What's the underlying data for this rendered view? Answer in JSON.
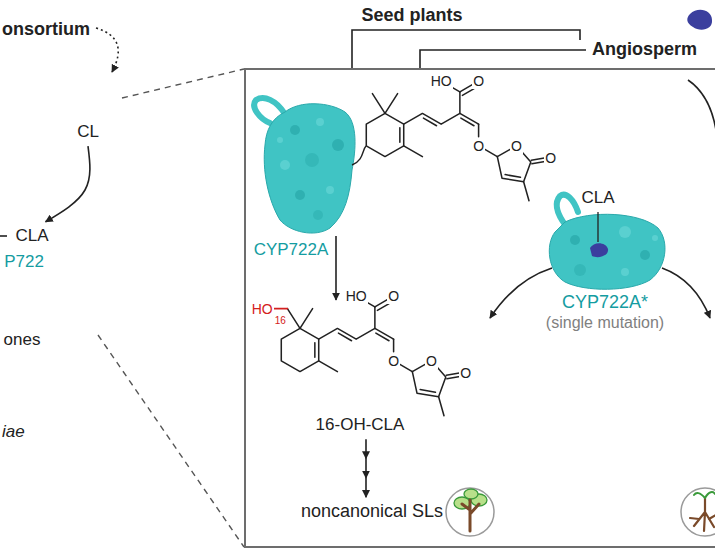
{
  "diagram": {
    "nodes": [
      {
        "text": [
          "iae"
        ]
      },
      {
        "text": [
          "CL"
        ],
        "in": 0
      },
      {
        "text": [
          "CLA"
        ],
        "in": 0
      },
      {
        "text": [
          "P722"
        ],
        "in": 0
      },
      {
        "text": [
          "ones"
        ],
        "in": 0
      },
      {
        "text": []
      },
      {
        "text": [
          "CLA"
        ],
        "in": 5
      },
      {
        "text": [
          "CYP722A"
        ],
        "in": 5
      },
      {
        "text": [
          "CYP722A*",
          "(single mutation)"
        ],
        "in": 5
      },
      {
        "text": [
          "16-OH-CLA"
        ],
        "in": 5
      },
      {
        "text": [
          "noncanonical SLs"
        ],
        "in": 5
      }
    ],
    "edges": [
      {
        "from": 1,
        "to": 2,
        "arrow": "to"
      },
      {
        "from": 9,
        "to": 10,
        "arrow": "to"
      }
    ],
    "labels": [
      "Seed plants",
      "Angiosperm",
      "onsortium",
      "HO",
      "O",
      "O",
      "O",
      "O",
      "HO",
      "16",
      "HO",
      "O",
      "O",
      "O",
      "O"
    ]
  }
}
